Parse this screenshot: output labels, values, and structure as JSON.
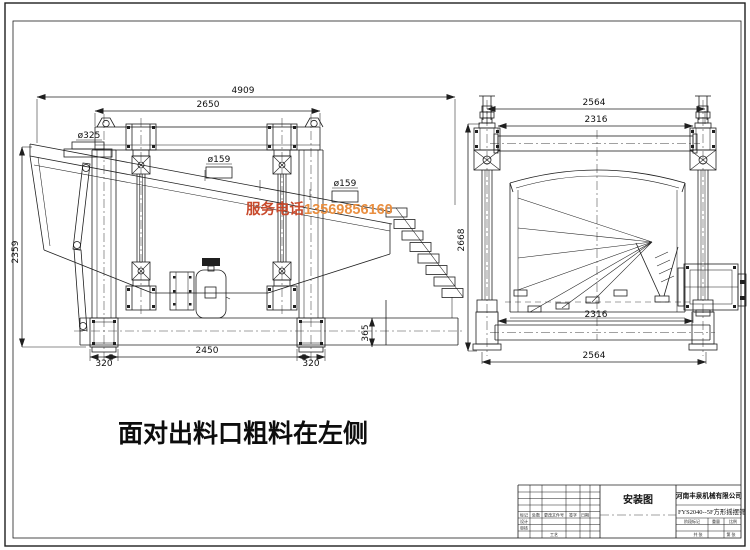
{
  "page": {
    "note": "面对出料口粗料在左侧",
    "watermark": {
      "prefix": "服务电话",
      "phone": "13569856160",
      "prefix_color": "#c8492b",
      "phone_color": "#e98f41"
    }
  },
  "front_view": {
    "dims": {
      "total_length": "4909",
      "beam_width": "2650",
      "height": "2359",
      "inlet_diameter": "ø325",
      "outlet_a_diameter": "ø159",
      "outlet_b_diameter": "ø159",
      "base_span": "2450",
      "foot_left": "320",
      "foot_right": "320",
      "base_height": "365"
    }
  },
  "side_view": {
    "dims": {
      "top_outer": "2564",
      "top_inner": "2316",
      "height": "2668",
      "bottom_inner": "2316",
      "bottom_outer": "2564"
    }
  },
  "title_block": {
    "drawing_type": "安装图",
    "company": "河南丰泉机械有限公司",
    "model": "FYS2040--5F方形摇摆筛",
    "rev_cols": {
      "c1": "标记",
      "c2": "处数",
      "c3": "更改文件号",
      "c4": "签字",
      "c5": "日期"
    },
    "fields": {
      "design": "设计",
      "check": "审核",
      "craft": "工艺",
      "stage": "阶段标记",
      "weight": "重量",
      "scale": "比例",
      "sheet_total": "共 张",
      "sheet_no": "第 张"
    }
  },
  "colors": {
    "line": "#1f1f1f",
    "background": "#ffffff"
  }
}
